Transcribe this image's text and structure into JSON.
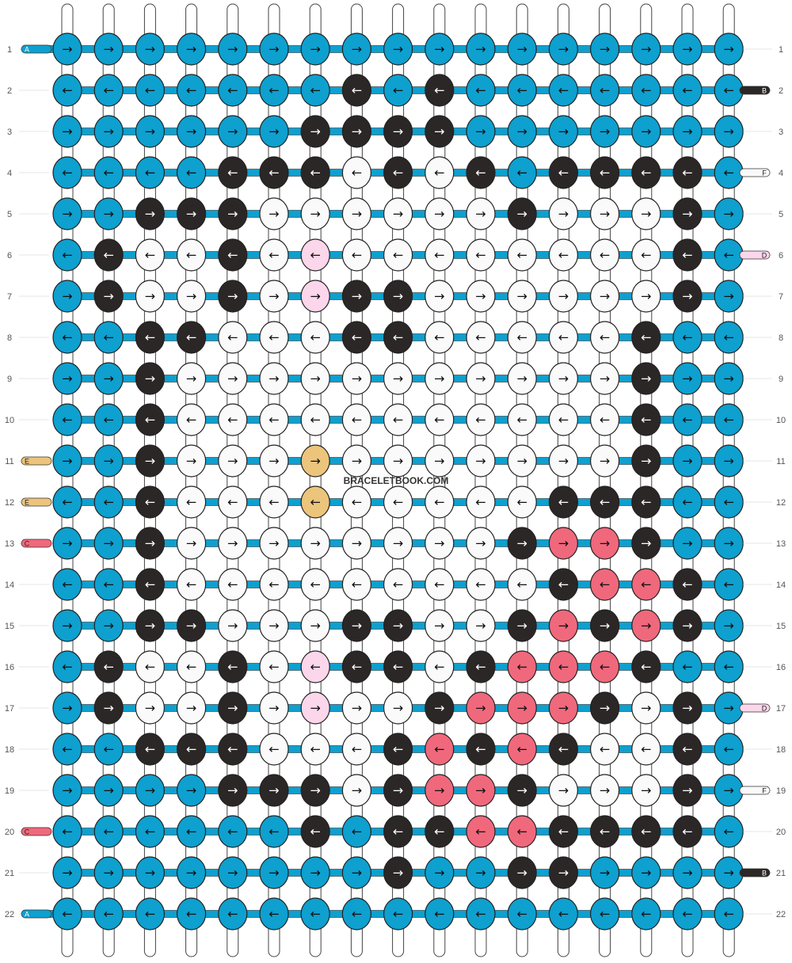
{
  "watermark": "BRACELETBOOK.COM",
  "colors": {
    "A": "#0ea0cf",
    "B": "#2b2726",
    "C": "#f0687c",
    "D": "#fcd6ea",
    "E": "#ecc47c",
    "F": "#fbfafa"
  },
  "row_numbers": [
    "1",
    "2",
    "3",
    "4",
    "5",
    "6",
    "7",
    "8",
    "9",
    "10",
    "11",
    "12",
    "13",
    "14",
    "15",
    "16",
    "17",
    "18",
    "19",
    "20",
    "21",
    "22"
  ],
  "left_strand_labels": [
    "A",
    "",
    "",
    "",
    "",
    "",
    "",
    "",
    "",
    "",
    "E",
    "E",
    "C",
    "",
    "",
    "",
    "",
    "",
    "",
    "C",
    "",
    "A"
  ],
  "right_strand_labels": [
    "",
    "B",
    "",
    "F",
    "",
    "D",
    "",
    "",
    "",
    "",
    "",
    "",
    "",
    "",
    "",
    "",
    "D",
    "",
    "F",
    "",
    "B",
    ""
  ],
  "knots": [
    "AAAAAAAAAAAAAAAAA",
    "AAAAAAABABAAAAAAA",
    "AAAAAABBBBAAAAAAA",
    "AAAABBBFBFBABBBBA",
    "AABBBFFFFFFBFFFBA",
    "ABFFBFDFFFFFFFFBA",
    "ABFFBFDBBFFFFFFBA",
    "AABBFFFBBFFFFFBAA",
    "AABFFFFFFFFFFFBAA",
    "AABFFFFFFFFFFFBAA",
    "AABFFFEFFFFFFFBAA",
    "AABFFFEFFFFFBBBAA",
    "AABFFFFFFFFBCCBAA",
    "AABFFFFFFFFFBCCBA",
    "AABBFFFBBFFBCBCBA",
    "ABFFBFDBBFBCCCBAA",
    "ABFFBFDFFBCCCBFBA",
    "AABBBFFFBCBCBFFBA",
    "AAAABBBFBCCBFFFBA",
    "AAAAAABABBCCBBBBA",
    "AAAAAAAABAABBAAAA",
    "AAAAAAAAAAAAAAAAA"
  ]
}
